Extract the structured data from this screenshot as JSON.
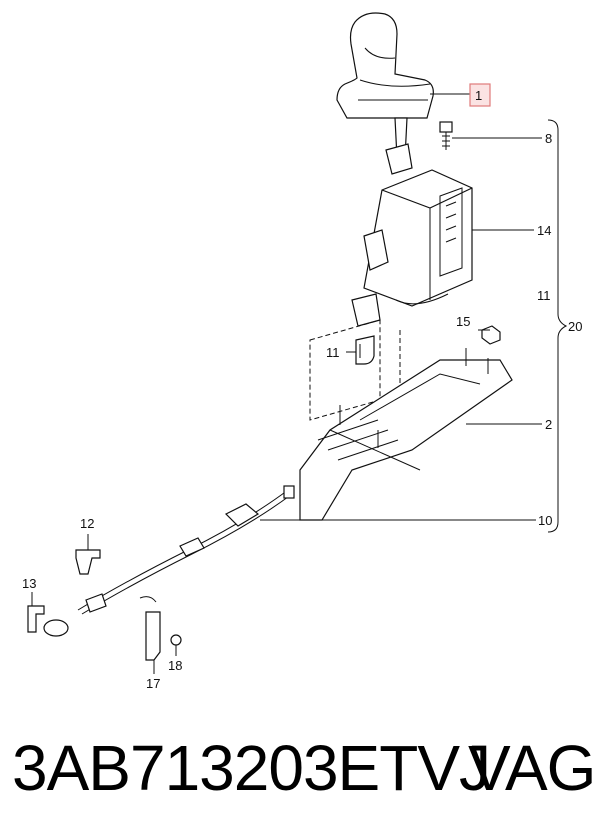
{
  "callouts": {
    "c1": "1",
    "c8": "8",
    "c14": "14",
    "c11a": "11",
    "c11b": "11",
    "c20": "20",
    "c15": "15",
    "c2": "2",
    "c10": "10",
    "c12": "12",
    "c13": "13",
    "c18": "18",
    "c17": "17"
  },
  "colors": {
    "highlight_box": "#e07a7a",
    "line": "#111111"
  },
  "caption": {
    "part_number": "3AB713203ETVJ",
    "brand": "VAG"
  }
}
